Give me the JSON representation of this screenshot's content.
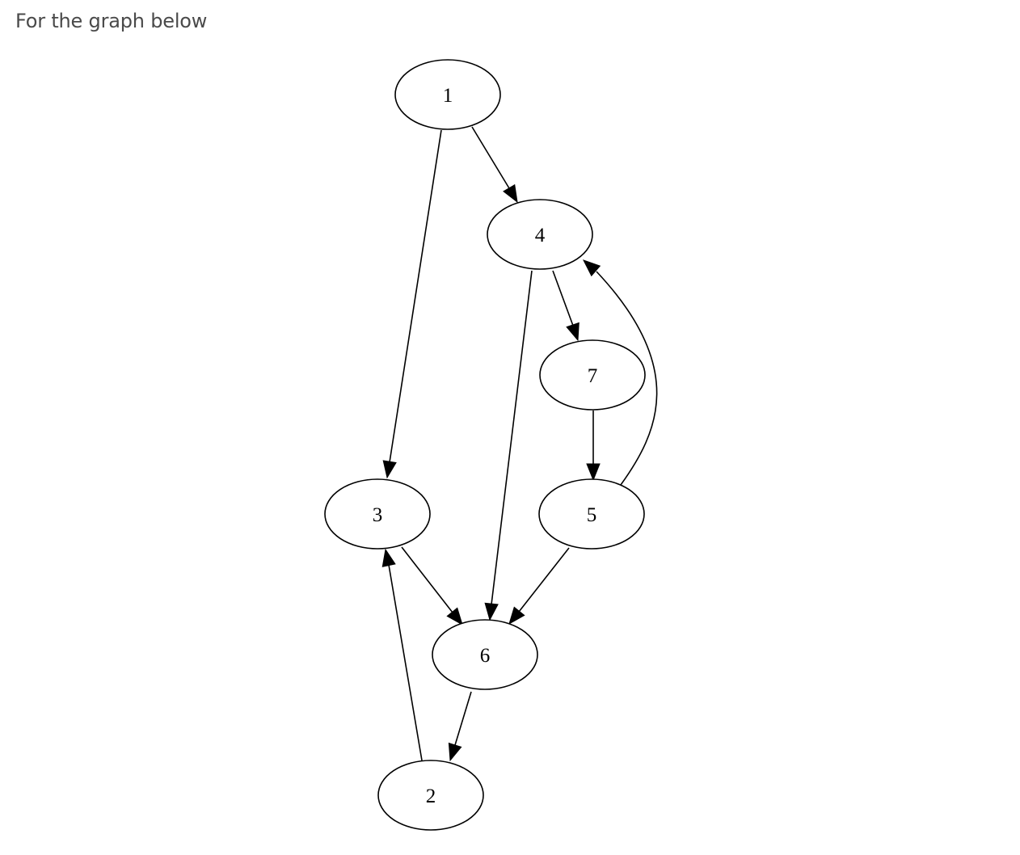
{
  "question": {
    "prompt": "For the graph below"
  },
  "graph": {
    "directed": true,
    "nodes": [
      {
        "id": "n1",
        "label": "1"
      },
      {
        "id": "n4",
        "label": "4"
      },
      {
        "id": "n7",
        "label": "7"
      },
      {
        "id": "n3",
        "label": "3"
      },
      {
        "id": "n5",
        "label": "5"
      },
      {
        "id": "n6",
        "label": "6"
      },
      {
        "id": "n2",
        "label": "2"
      }
    ],
    "edges": [
      {
        "from": "1",
        "to": "3"
      },
      {
        "from": "1",
        "to": "4"
      },
      {
        "from": "4",
        "to": "7"
      },
      {
        "from": "4",
        "to": "6"
      },
      {
        "from": "7",
        "to": "5"
      },
      {
        "from": "5",
        "to": "4"
      },
      {
        "from": "5",
        "to": "6"
      },
      {
        "from": "3",
        "to": "6"
      },
      {
        "from": "6",
        "to": "2"
      },
      {
        "from": "2",
        "to": "3"
      }
    ]
  }
}
